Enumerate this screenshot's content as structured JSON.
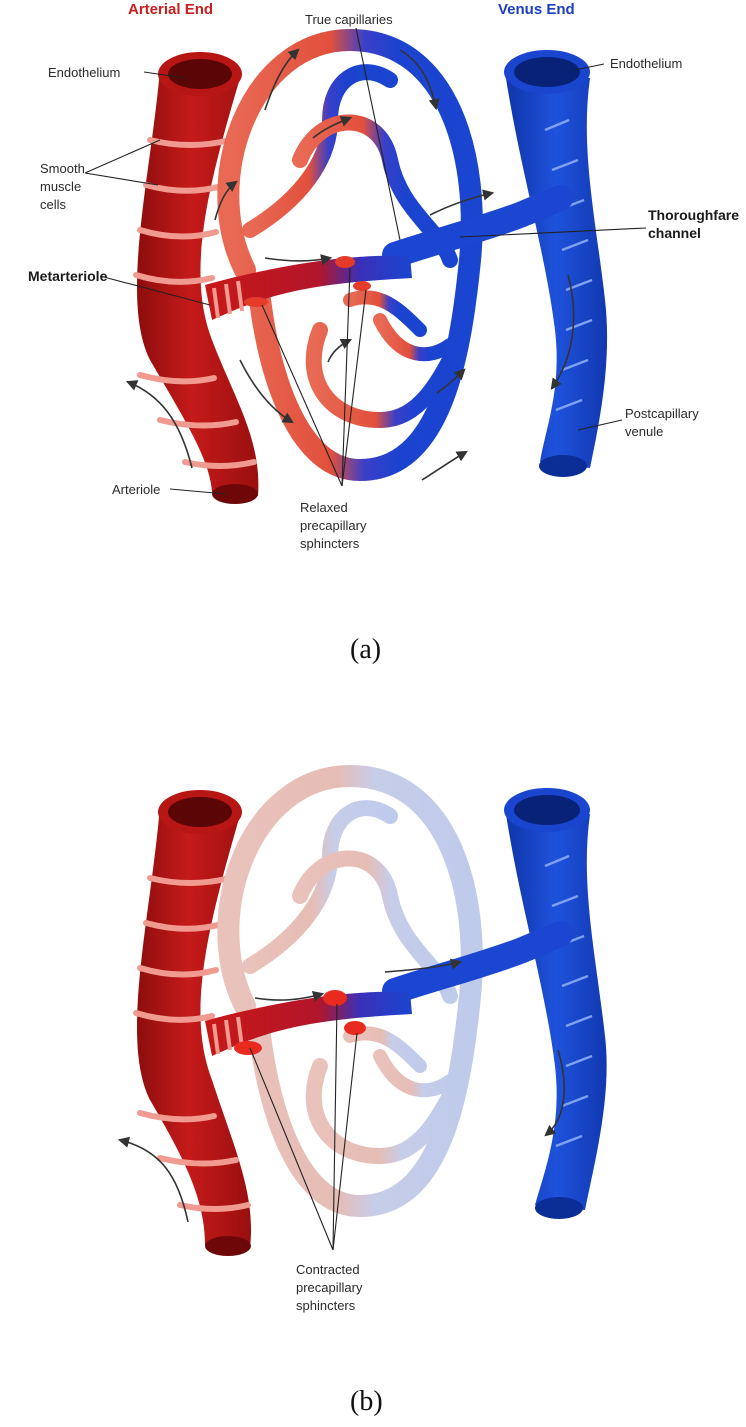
{
  "headers": {
    "arterial": "Arterial End",
    "venous": "Venus End"
  },
  "labels": {
    "endothelium_left": "Endothelium",
    "endothelium_right": "Endothelium",
    "true_capillaries": "True capillaries",
    "smooth_muscle": [
      "Smooth",
      "muscle",
      "cells"
    ],
    "metarteriole": "Metarteriole",
    "thoroughfare": [
      "Thoroughfare",
      "channel"
    ],
    "postcapillary": [
      "Postcapillary",
      "venule"
    ],
    "arteriole": "Arteriole",
    "relaxed": [
      "Relaxed",
      "precapillary",
      "sphincters"
    ],
    "contracted": [
      "Contracted",
      "precapillary",
      "sphincters"
    ]
  },
  "captions": {
    "a": "(a)",
    "b": "(b)"
  },
  "colors": {
    "arterial_header": "#c8201f",
    "venous_header": "#1d3fbf",
    "artery": "#b51414",
    "artery_dark": "#7a0b0b",
    "muscle_band": "#f08a80",
    "capillary_red": "#e45a48",
    "capillary_blue": "#1b3fd0",
    "vein": "#1746c9",
    "vein_dark": "#0c2a8a",
    "faded_red": "#e8bdb6",
    "faded_blue": "#c2cdea"
  }
}
